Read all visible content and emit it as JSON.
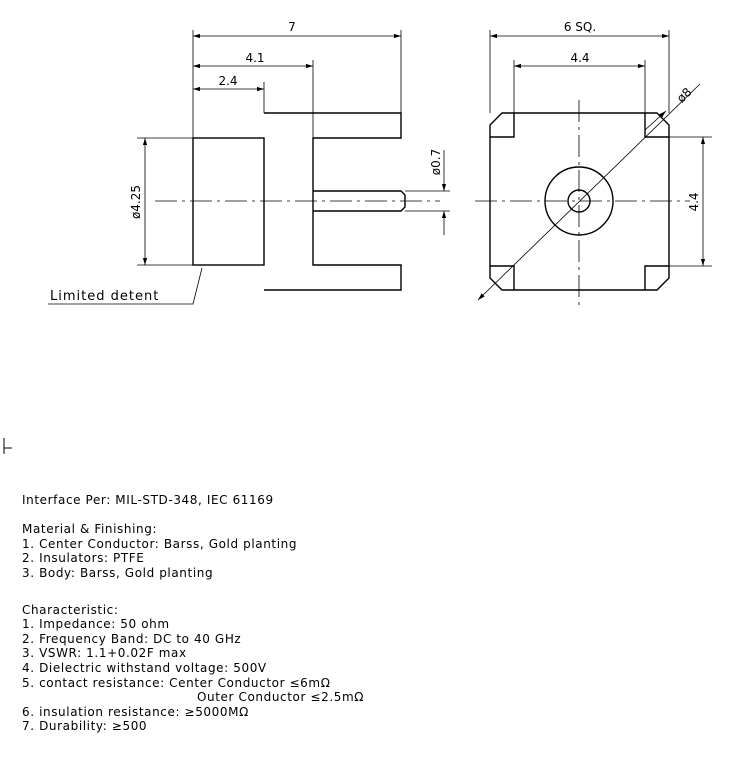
{
  "drawing": {
    "side_view": {
      "dim_length_total": "7",
      "dim_length_mid": "4.1",
      "dim_length_body": "2.4",
      "dim_body_diameter": "ø4.25",
      "dim_pin_diameter": "ø0.7",
      "callout_label": "Limited detent"
    },
    "front_view": {
      "dim_square": "6 SQ.",
      "dim_hole_spacing_h": "4.4",
      "dim_hole_spacing_v": "4.4",
      "dim_diagonal": "ø8"
    }
  },
  "specs": {
    "interface": "Interface Per: MIL-STD-348, IEC 61169",
    "material_heading": "Material & Finishing:",
    "material_items": [
      "1. Center Conductor: Barss, Gold planting",
      "2. Insulators: PTFE",
      "3. Body: Barss, Gold planting"
    ],
    "char_heading": "Characteristic:",
    "char_items": [
      "1. Impedance: 50 ohm",
      "2. Frequency Band: DC to 40 GHz",
      "3. VSWR: 1.1+0.02F max",
      "4. Dielectric withstand voltage: 500V",
      "5. contact resistance: Center Conductor ≤6mΩ"
    ],
    "char_item5_cont": "Outer Conductor ≤2.5mΩ",
    "char_items_tail": [
      "6. insulation resistance: ≥5000MΩ",
      "7. Durability: ≥500"
    ]
  }
}
